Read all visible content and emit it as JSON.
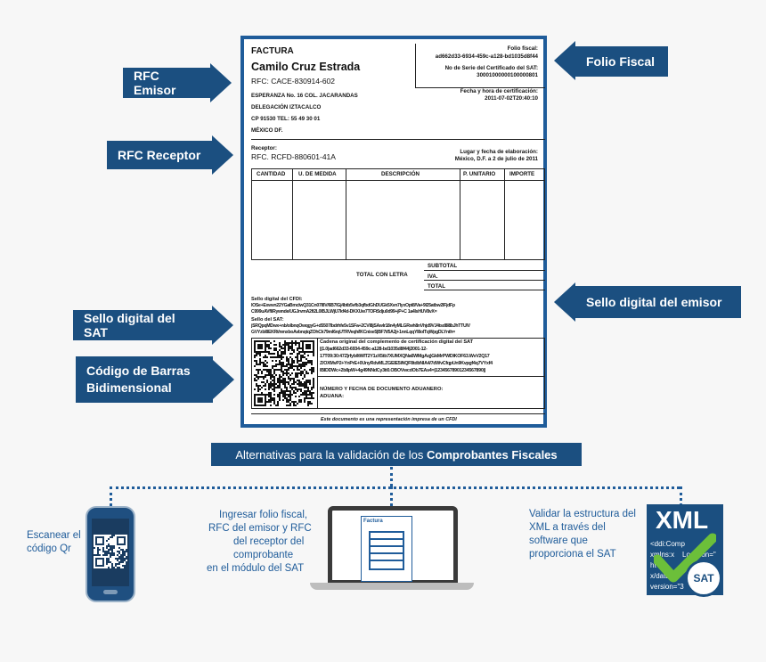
{
  "callouts": {
    "rfc_emisor": "RFC Emisor",
    "rfc_receptor": "RFC Receptor",
    "sello_sat": "Sello digital del SAT",
    "codigo_barras_l1": "Código de Barras",
    "codigo_barras_l2": "Bidimensional",
    "folio_fiscal": "Folio Fiscal",
    "sello_emisor": "Sello digital del emisor"
  },
  "invoice": {
    "title": "FACTURA",
    "name": "Camilo Cruz Estrada",
    "rfc": "RFC: CACE-830914-602",
    "addr1": "ESPERANZA No. 16 COL. JACARANDAS",
    "addr2": "DELEGACIÓN IZTACALCO",
    "cp_tel": "CP 91530      TEL: 55 49 30 01",
    "city": "MÉXICO DF.",
    "folio_label": "Folio fiscal:",
    "folio_value": "ad662d33-6934-459c-a128-bd1035d8f44",
    "serie_label": "No de Serie del Certificado  del SAT:",
    "serie_value": "30001000000100000801",
    "cert_label": "Fecha y hora de certificación:",
    "cert_value": "2011-07-02T20:40:10",
    "receptor_label": "Receptor:",
    "receptor_rfc": "RFC.  RCFD-880601-41A",
    "lugar_label": "Lugar y fecha de elaboración:",
    "lugar_value": "México, D.F. a 2 de julio de 2011",
    "columns": [
      "CANTIDAD",
      "U. DE MEDIDA",
      "DESCRIPCIÓN",
      "P. UNITARIO",
      "IMPORTE"
    ],
    "subtotal": "SUBTOTAL",
    "total_letra": "TOTAL CON LETRA",
    "iva": "IVA.",
    "total": "TOTAL",
    "sello_cfdi_label": "Sello digital del CFDI:",
    "sello_cfdi_l1": "lOSe+Exwvn22YGaBmclwQ31Cn07l8V/6B7lGj4btb5vfb3qfbdGhDUGk5Xvn7lyxOpt8/Va+9l25atbw2lFjdFp",
    "sello_cfdi_l2": "C999uAVfl/Rywnde/UGJrvmA2fi2L0lBJLWjU7kf4d-DKXUw7TOFt5dju0d99+jP+C 1a4lsHUV8vX=",
    "sello_sat_label": "Sello del SAT:",
    "sello_sat_l1": "jSRQpqMDwx+nb/olbnqOwqgyG+d5507lbdrhfe5v1SFa+2CVl8jSAwlr18n4yMLGRwh8nVhjd9VJ4tsd8l8bJhTTUlV",
    "sello_sat_l2": "GVYzbl8EKRt/nmxboAvbnqtqZOhCk79ml6rqUTRVeqh/IKCnixe5|BF7t/5A2j+1nnLqqYl8olTqWpgDLYnth=",
    "cadena_l1": "Cadena original del complemento de certificación digital del SAT",
    "cadena_l2": "||1.0|ad662d33-6934-459c-a128-bd1035d8f44|2001-12-",
    "cadena_l3": "17T09:30:47Z|rfyb/ltWIT2Y1zX5tb7XUMXQNa6WMgAq)GkMrPWDlKOF63.WvV2Q17",
    "cadena_l4": "Z/OXMvP2+YnPrE+0UnyRdvMLZGEIE5iNQF8tdbNIA4/7dWvCfqpUn9Kvpgf4q7VYxf4",
    "cadena_l5": "IBIDDWc+2b8pW+4g49NNdCy3ti0.OBOVwcdOb7EAs4=|12345678901234567890||",
    "aduana_l1": "NÚMERO Y FECHA DE DOCUMENTO ADUANERO:",
    "aduana_l2": "ADUANA:",
    "footer": "Este documento es una representación impresa de un CFDI"
  },
  "banner": {
    "prefix": "Alternativas para la validación de los ",
    "bold": "Comprobantes Fiscales"
  },
  "options": {
    "qr_l1": "Escanear el",
    "qr_l2": "código Qr",
    "portal_l1": "Ingresar folio fiscal,",
    "portal_l2": "RFC del emisor y RFC",
    "portal_l3": "del receptor del",
    "portal_l4": "comprobante",
    "portal_l5": "en el módulo del SAT",
    "laptop_doc_title": "Factura",
    "xml_l1": "Validar la estructura del",
    "xml_l2": "XML a través del",
    "xml_l3": "software que",
    "xml_l4": "proporciona el SAT",
    "xml_badge": "XML",
    "xml_code_l1": "<ddi:Comp",
    "xml_code_l2": "xmlns:x",
    "xml_code_l3": "ht",
    "xml_code_l4": "x/data dr",
    "xml_code_l5": "version=\"3",
    "xml_code_r1": "te",
    "xml_code_r2": "Location=\"",
    "sat_badge": "SAT"
  },
  "colors": {
    "brand": "#1b4f80",
    "accent": "#1f5c9a",
    "check": "#6cbf3a"
  }
}
